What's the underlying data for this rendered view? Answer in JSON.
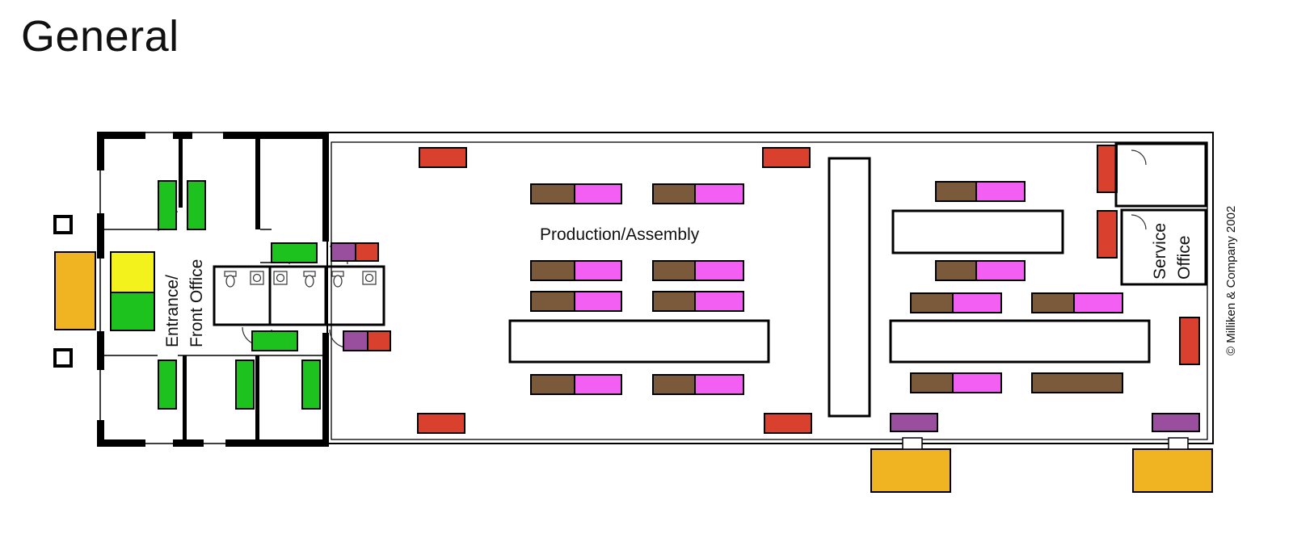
{
  "page": {
    "title": "General"
  },
  "floor_plan": {
    "labels": {
      "production": "Production/Assembly",
      "entrance_line1": "Entrance/",
      "entrance_line2": "Front Office",
      "service_line1": "Service",
      "service_line2": "Office",
      "copyright": "© Milliken & Company 2002"
    },
    "colors": {
      "wall": "#000000",
      "red_marker": "#d9412e",
      "workbench_brown": "#7b5a3c",
      "workbench_pink": "#f25ff2",
      "green_marker": "#1ec21e",
      "yellow_marker": "#f4f21c",
      "purple_marker": "#9a4f9e",
      "exit_door": "#f0b423"
    }
  }
}
